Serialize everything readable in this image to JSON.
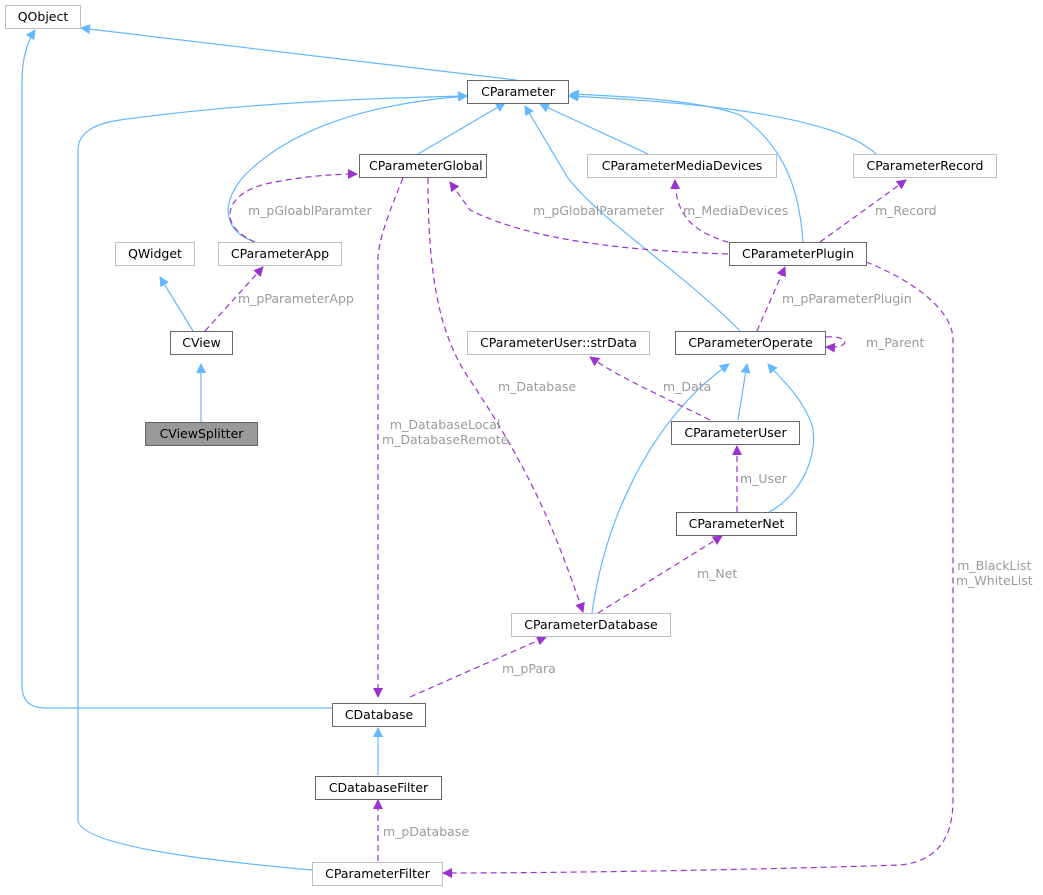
{
  "colors": {
    "inheritance": "#63b8ff",
    "usage": "#9a32cd",
    "label": "#9a9a9a",
    "node_border": "#666666",
    "external_border": "#bfbfbf",
    "focus_fill": "#999999"
  },
  "nodes": {
    "qobject": "QObject",
    "cparameter": "CParameter",
    "cparameter_global": "CParameterGlobal",
    "cparameter_media_devices": "CParameterMediaDevices",
    "cparameter_record": "CParameterRecord",
    "qwidget": "QWidget",
    "cparameter_app": "CParameterApp",
    "cparameter_plugin": "CParameterPlugin",
    "cview": "CView",
    "cparameter_user_strdata": "CParameterUser::strData",
    "cparameter_operate": "CParameterOperate",
    "cview_splitter": "CViewSplitter",
    "cparameter_user": "CParameterUser",
    "cparameter_net": "CParameterNet",
    "cparameter_database": "CParameterDatabase",
    "cdatabase": "CDatabase",
    "cdatabase_filter": "CDatabaseFilter",
    "cparameter_filter": "CParameterFilter"
  },
  "edge_labels": {
    "m_pGloablParamter": "m_pGloablParamter",
    "m_pGlobalParameter": "m_pGlobalParameter",
    "m_MediaDevices": "m_MediaDevices",
    "m_Record": "m_Record",
    "m_pParameterApp": "m_pParameterApp",
    "m_pParameterPlugin": "m_pParameterPlugin",
    "m_Parent": "m_Parent",
    "m_Database": "m_Database",
    "m_Data": "m_Data",
    "m_DatabaseLocal": "m_DatabaseLocal",
    "m_DatabaseRemote": "m_DatabaseRemote",
    "m_User": "m_User",
    "m_BlackList": "m_BlackList",
    "m_WhiteList": "m_WhiteList",
    "m_Net": "m_Net",
    "m_pPara": "m_pPara",
    "m_pDatabase": "m_pDatabase"
  }
}
